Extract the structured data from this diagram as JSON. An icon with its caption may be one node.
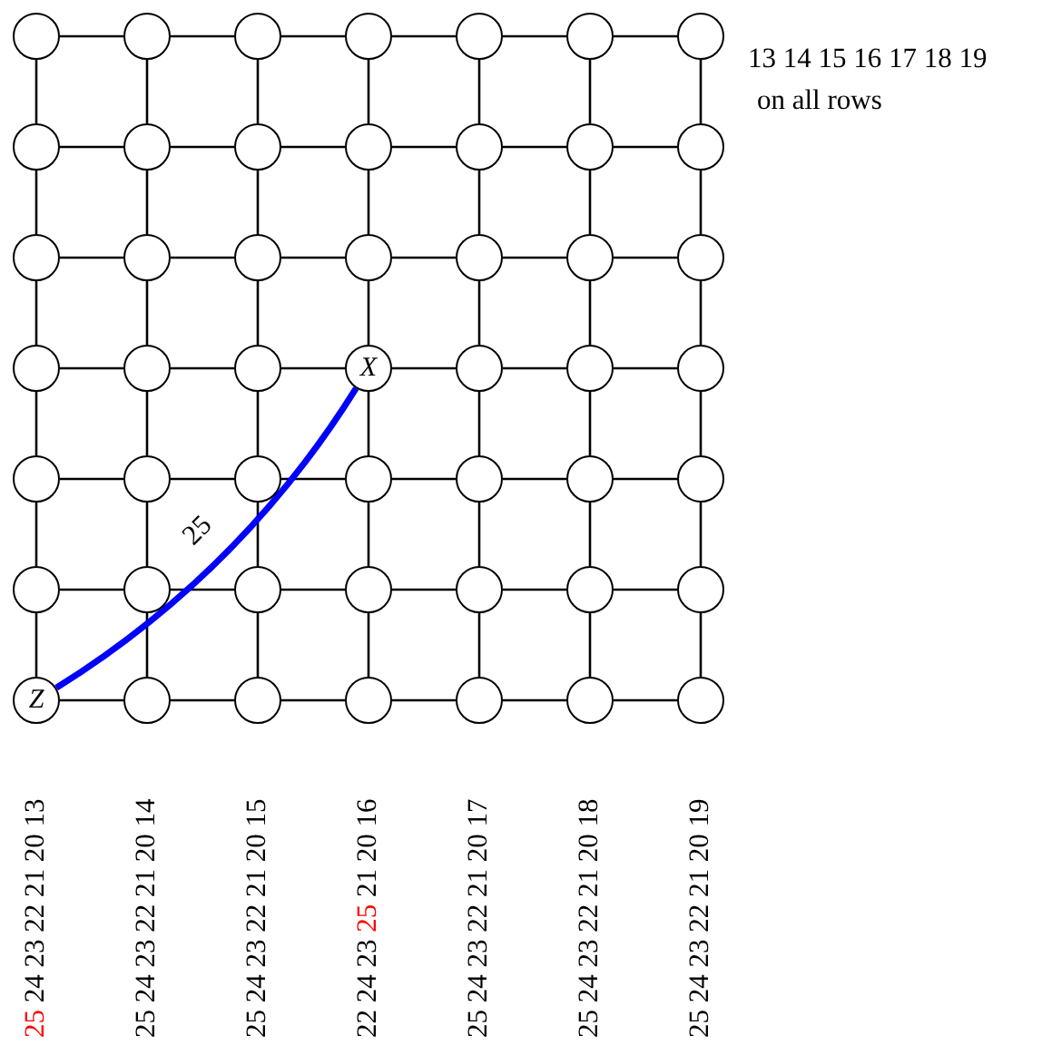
{
  "diagram": {
    "nodes": [
      {
        "text": [],
        "shape": "circle"
      },
      {
        "text": [],
        "shape": "circle"
      },
      {
        "text": [],
        "shape": "circle"
      },
      {
        "text": [],
        "shape": "circle"
      },
      {
        "text": [],
        "shape": "circle"
      },
      {
        "text": [],
        "shape": "circle"
      },
      {
        "text": [],
        "shape": "circle"
      },
      {
        "text": [],
        "shape": "circle"
      },
      {
        "text": [],
        "shape": "circle"
      },
      {
        "text": [],
        "shape": "circle"
      },
      {
        "text": [],
        "shape": "circle"
      },
      {
        "text": [],
        "shape": "circle"
      },
      {
        "text": [],
        "shape": "circle"
      },
      {
        "text": [],
        "shape": "circle"
      },
      {
        "text": [],
        "shape": "circle"
      },
      {
        "text": [],
        "shape": "circle"
      },
      {
        "text": [],
        "shape": "circle"
      },
      {
        "text": [],
        "shape": "circle"
      },
      {
        "text": [],
        "shape": "circle"
      },
      {
        "text": [],
        "shape": "circle"
      },
      {
        "text": [],
        "shape": "circle"
      },
      {
        "text": [],
        "shape": "circle"
      },
      {
        "text": [],
        "shape": "circle"
      },
      {
        "text": [],
        "shape": "circle"
      },
      {
        "text": [
          "X"
        ]
      },
      {
        "text": [],
        "shape": "circle"
      },
      {
        "text": [],
        "shape": "circle"
      },
      {
        "text": [],
        "shape": "circle"
      },
      {
        "text": [],
        "shape": "circle"
      },
      {
        "text": [],
        "shape": "circle"
      },
      {
        "text": [],
        "shape": "circle"
      },
      {
        "text": [],
        "shape": "circle"
      },
      {
        "text": [],
        "shape": "circle"
      },
      {
        "text": [],
        "shape": "circle"
      },
      {
        "text": [],
        "shape": "circle"
      },
      {
        "text": [],
        "shape": "circle"
      },
      {
        "text": [],
        "shape": "circle"
      },
      {
        "text": [],
        "shape": "circle"
      },
      {
        "text": [],
        "shape": "circle"
      },
      {
        "text": [],
        "shape": "circle"
      },
      {
        "text": [],
        "shape": "circle"
      },
      {
        "text": [],
        "shape": "circle"
      },
      {
        "text": [
          "Z"
        ]
      },
      {
        "text": [],
        "shape": "circle"
      },
      {
        "text": [],
        "shape": "circle"
      },
      {
        "text": [],
        "shape": "circle"
      },
      {
        "text": [],
        "shape": "circle"
      },
      {
        "text": [],
        "shape": "circle"
      },
      {
        "text": [],
        "shape": "circle"
      }
    ],
    "edges": [
      {
        "from": 0,
        "to": 1,
        "arrow": "none"
      },
      {
        "from": 1,
        "to": 2,
        "arrow": "none"
      },
      {
        "from": 2,
        "to": 3,
        "arrow": "none"
      },
      {
        "from": 3,
        "to": 4,
        "arrow": "none"
      },
      {
        "from": 4,
        "to": 5,
        "arrow": "none"
      },
      {
        "from": 5,
        "to": 6,
        "arrow": "none"
      },
      {
        "from": 7,
        "to": 8,
        "arrow": "none"
      },
      {
        "from": 8,
        "to": 9,
        "arrow": "none"
      },
      {
        "from": 9,
        "to": 10,
        "arrow": "none"
      },
      {
        "from": 10,
        "to": 11,
        "arrow": "none"
      },
      {
        "from": 11,
        "to": 12,
        "arrow": "none"
      },
      {
        "from": 12,
        "to": 13,
        "arrow": "none"
      },
      {
        "from": 14,
        "to": 15,
        "arrow": "none"
      },
      {
        "from": 15,
        "to": 16,
        "arrow": "none"
      },
      {
        "from": 16,
        "to": 17,
        "arrow": "none"
      },
      {
        "from": 17,
        "to": 18,
        "arrow": "none"
      },
      {
        "from": 18,
        "to": 19,
        "arrow": "none"
      },
      {
        "from": 19,
        "to": 20,
        "arrow": "none"
      },
      {
        "from": 21,
        "to": 22,
        "arrow": "none"
      },
      {
        "from": 22,
        "to": 23,
        "arrow": "none"
      },
      {
        "from": 23,
        "to": 24,
        "arrow": "none"
      },
      {
        "from": 24,
        "to": 25,
        "arrow": "none"
      },
      {
        "from": 25,
        "to": 26,
        "arrow": "none"
      },
      {
        "from": 26,
        "to": 27,
        "arrow": "none"
      },
      {
        "from": 28,
        "to": 29,
        "arrow": "none"
      },
      {
        "from": 29,
        "to": 30,
        "arrow": "none"
      },
      {
        "from": 30,
        "to": 31,
        "arrow": "none"
      },
      {
        "from": 31,
        "to": 32,
        "arrow": "none"
      },
      {
        "from": 32,
        "to": 33,
        "arrow": "none"
      },
      {
        "from": 33,
        "to": 34,
        "arrow": "none"
      },
      {
        "from": 35,
        "to": 36,
        "arrow": "none"
      },
      {
        "from": 36,
        "to": 37,
        "arrow": "none"
      },
      {
        "from": 37,
        "to": 38,
        "arrow": "none"
      },
      {
        "from": 38,
        "to": 39,
        "arrow": "none"
      },
      {
        "from": 39,
        "to": 40,
        "arrow": "none"
      },
      {
        "from": 40,
        "to": 41,
        "arrow": "none"
      },
      {
        "from": 42,
        "to": 43,
        "arrow": "none"
      },
      {
        "from": 43,
        "to": 44,
        "arrow": "none"
      },
      {
        "from": 44,
        "to": 45,
        "arrow": "none"
      },
      {
        "from": 45,
        "to": 46,
        "arrow": "none"
      },
      {
        "from": 46,
        "to": 47,
        "arrow": "none"
      },
      {
        "from": 47,
        "to": 48,
        "arrow": "none"
      },
      {
        "from": 0,
        "to": 7,
        "arrow": "none"
      },
      {
        "from": 1,
        "to": 8,
        "arrow": "none"
      },
      {
        "from": 2,
        "to": 9,
        "arrow": "none"
      },
      {
        "from": 3,
        "to": 10,
        "arrow": "none"
      },
      {
        "from": 4,
        "to": 11,
        "arrow": "none"
      },
      {
        "from": 5,
        "to": 12,
        "arrow": "none"
      },
      {
        "from": 6,
        "to": 13,
        "arrow": "none"
      },
      {
        "from": 7,
        "to": 14,
        "arrow": "none"
      },
      {
        "from": 8,
        "to": 15,
        "arrow": "none"
      },
      {
        "from": 9,
        "to": 16,
        "arrow": "none"
      },
      {
        "from": 10,
        "to": 17,
        "arrow": "none"
      },
      {
        "from": 11,
        "to": 18,
        "arrow": "none"
      },
      {
        "from": 12,
        "to": 19,
        "arrow": "none"
      },
      {
        "from": 13,
        "to": 20,
        "arrow": "none"
      },
      {
        "from": 14,
        "to": 21,
        "arrow": "none"
      },
      {
        "from": 15,
        "to": 22,
        "arrow": "none"
      },
      {
        "from": 16,
        "to": 23,
        "arrow": "none"
      },
      {
        "from": 17,
        "to": 24,
        "arrow": "none"
      },
      {
        "from": 18,
        "to": 25,
        "arrow": "none"
      },
      {
        "from": 19,
        "to": 26,
        "arrow": "none"
      },
      {
        "from": 20,
        "to": 27,
        "arrow": "none"
      },
      {
        "from": 21,
        "to": 28,
        "arrow": "none"
      },
      {
        "from": 22,
        "to": 29,
        "arrow": "none"
      },
      {
        "from": 23,
        "to": 30,
        "arrow": "none"
      },
      {
        "from": 24,
        "to": 31,
        "arrow": "none"
      },
      {
        "from": 25,
        "to": 32,
        "arrow": "none"
      },
      {
        "from": 26,
        "to": 33,
        "arrow": "none"
      },
      {
        "from": 27,
        "to": 34,
        "arrow": "none"
      },
      {
        "from": 28,
        "to": 35,
        "arrow": "none"
      },
      {
        "from": 29,
        "to": 36,
        "arrow": "none"
      },
      {
        "from": 30,
        "to": 37,
        "arrow": "none"
      },
      {
        "from": 31,
        "to": 38,
        "arrow": "none"
      },
      {
        "from": 32,
        "to": 39,
        "arrow": "none"
      },
      {
        "from": 33,
        "to": 40,
        "arrow": "none"
      },
      {
        "from": 34,
        "to": 41,
        "arrow": "none"
      },
      {
        "from": 35,
        "to": 42,
        "arrow": "none"
      },
      {
        "from": 36,
        "to": 43,
        "arrow": "none"
      },
      {
        "from": 37,
        "to": 44,
        "arrow": "none"
      },
      {
        "from": 38,
        "to": 45,
        "arrow": "none"
      },
      {
        "from": 39,
        "to": 46,
        "arrow": "none"
      },
      {
        "from": 40,
        "to": 47,
        "arrow": "none"
      },
      {
        "from": 41,
        "to": 48,
        "arrow": "none"
      },
      {
        "from": 42,
        "to": 24,
        "arrow": "none",
        "label": "25",
        "style": "thick",
        "color": "#0000ff"
      }
    ],
    "labels": [
      "13 14 15 16 17 18 19",
      "on all rows",
      "25 24 23 22 21 20 13",
      "25 24 23 22 21 20 14",
      "25 24 23 22 21 20 15",
      "22 24 23 25 21 20 16",
      "25 24 23 22 21 20 17",
      "25 24 23 22 21 20 18",
      "25 24 23 22 21 20 19"
    ]
  }
}
